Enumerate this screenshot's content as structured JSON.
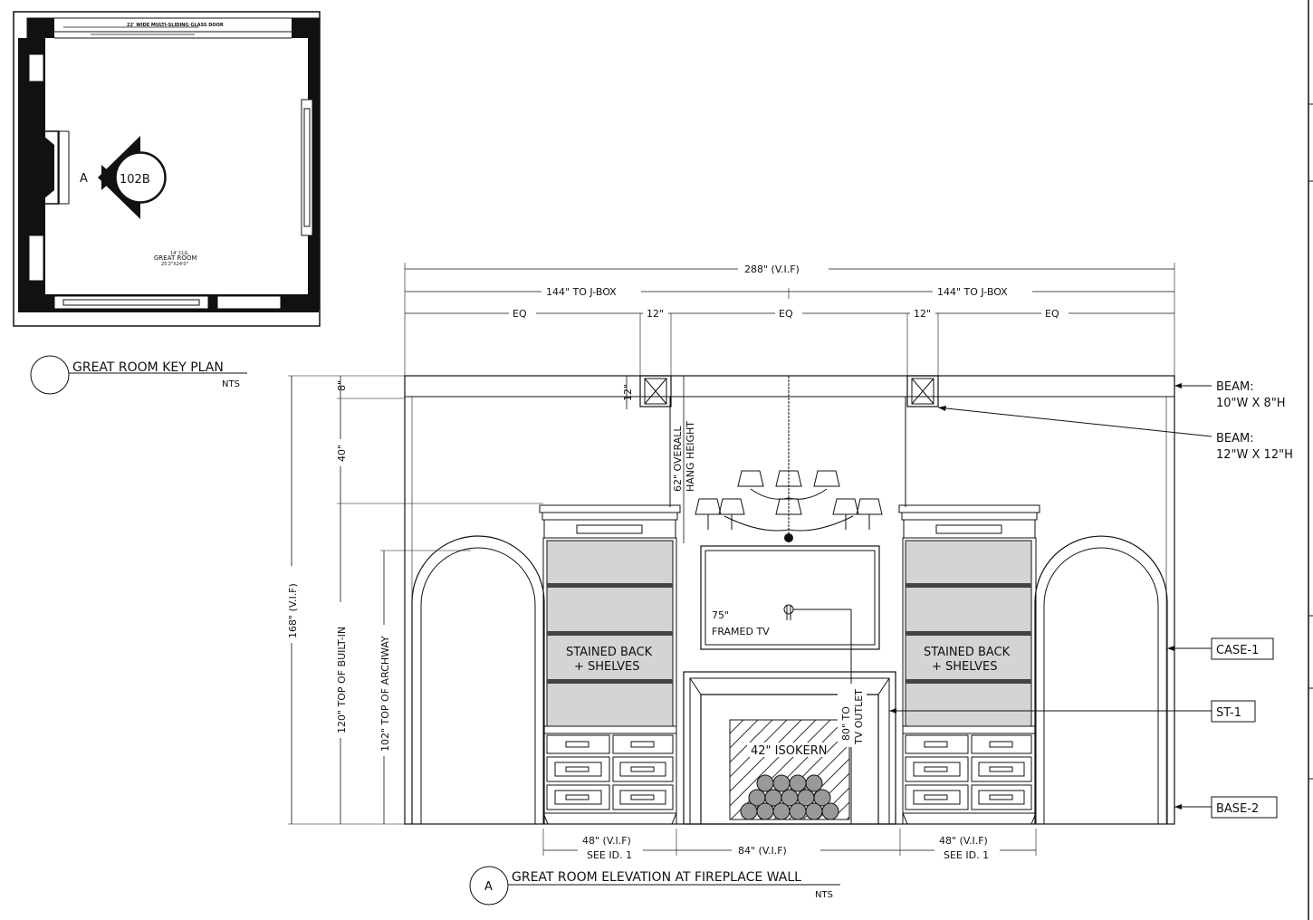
{
  "key_plan": {
    "door_label": "22' WIDE MULTI-SLIDING GLASS DOOR",
    "section_marker": {
      "letter": "A",
      "ref": "102B"
    },
    "ceiling_label": "14' CLG.",
    "room_name": "GREAT ROOM",
    "room_size": "25'2\"X24'0\"",
    "title": "GREAT ROOM KEY PLAN",
    "scale": "NTS"
  },
  "elevation": {
    "title": "GREAT ROOM ELEVATION AT FIREPLACE WALL",
    "scale": "NTS",
    "marker_letter": "A",
    "dims_top": {
      "overall": "288\" (V.I.F)",
      "left_jbox": "144\" TO J-BOX",
      "right_jbox": "144\" TO J-BOX",
      "eq_left": "EQ",
      "beam_left": "12\"",
      "eq_center": "EQ",
      "beam_right": "12\"",
      "eq_right": "EQ"
    },
    "dims_vertical": {
      "beam_8": "8\"",
      "beam_12": "12\"",
      "drop_40": "40\"",
      "overall_168": "168\" (V.I.F)",
      "built_in_120": "120\" TOP OF BUILT-IN",
      "archway_102": "102\" TOP OF ARCHWAY",
      "hang_height_1": "62\" OVERALL",
      "hang_height_2": "HANG HEIGHT",
      "tv_outlet_1": "80\" TO",
      "tv_outlet_2": "TV OUTLET"
    },
    "dims_bottom": {
      "left_width": "48\" (V.I.F)",
      "left_ref": "SEE ID. 1",
      "center_width": "84\" (V.I.F)",
      "right_width": "48\" (V.I.F)",
      "right_ref": "SEE ID. 1"
    },
    "notes": {
      "shelves_left_1": "STAINED BACK",
      "shelves_left_2": "+ SHELVES",
      "shelves_right_1": "STAINED BACK",
      "shelves_right_2": "+ SHELVES",
      "tv_1": "75\"",
      "tv_2": "FRAMED TV",
      "firebox": "42\" ISOKERN"
    },
    "callouts": {
      "beam_a_1": "BEAM:",
      "beam_a_2": "10\"W X 8\"H",
      "beam_b_1": "BEAM:",
      "beam_b_2": "12\"W X 12\"H",
      "case": "CASE-1",
      "stone": "ST-1",
      "base": "BASE-2"
    }
  }
}
